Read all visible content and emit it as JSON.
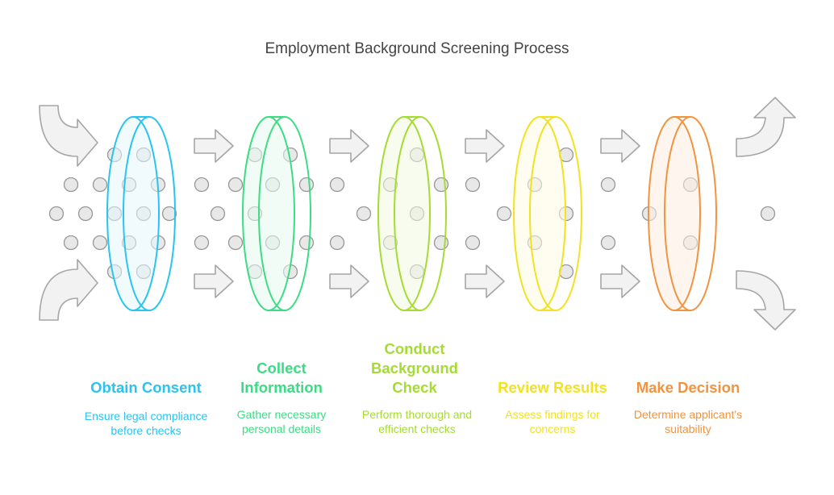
{
  "title": "Employment Background Screening Process",
  "colors": {
    "arrow_fill": "#f2f2f2",
    "arrow_stroke": "#a6a6a6",
    "dot_fill": "#e8e8e8",
    "dot_stroke": "#999999"
  },
  "stages": [
    {
      "title": "Obtain Consent",
      "description": "Ensure legal compliance before checks",
      "color": "#29c4f0",
      "fill": "#e6f7fd"
    },
    {
      "title": "Collect Information",
      "description": "Gather necessary personal details",
      "color": "#3ddc84",
      "fill": "#e8f9ee"
    },
    {
      "title": "Conduct Background Check",
      "description": "Perform thorough and efficient checks",
      "color": "#a5dc32",
      "fill": "#f2f9e2"
    },
    {
      "title": "Review Results",
      "description": "Assess findings for concerns",
      "color": "#f2e222",
      "fill": "#fefbe1"
    },
    {
      "title": "Make Decision",
      "description": "Determine applicant's suitability",
      "color": "#f2933f",
      "fill": "#fdeee0"
    }
  ]
}
